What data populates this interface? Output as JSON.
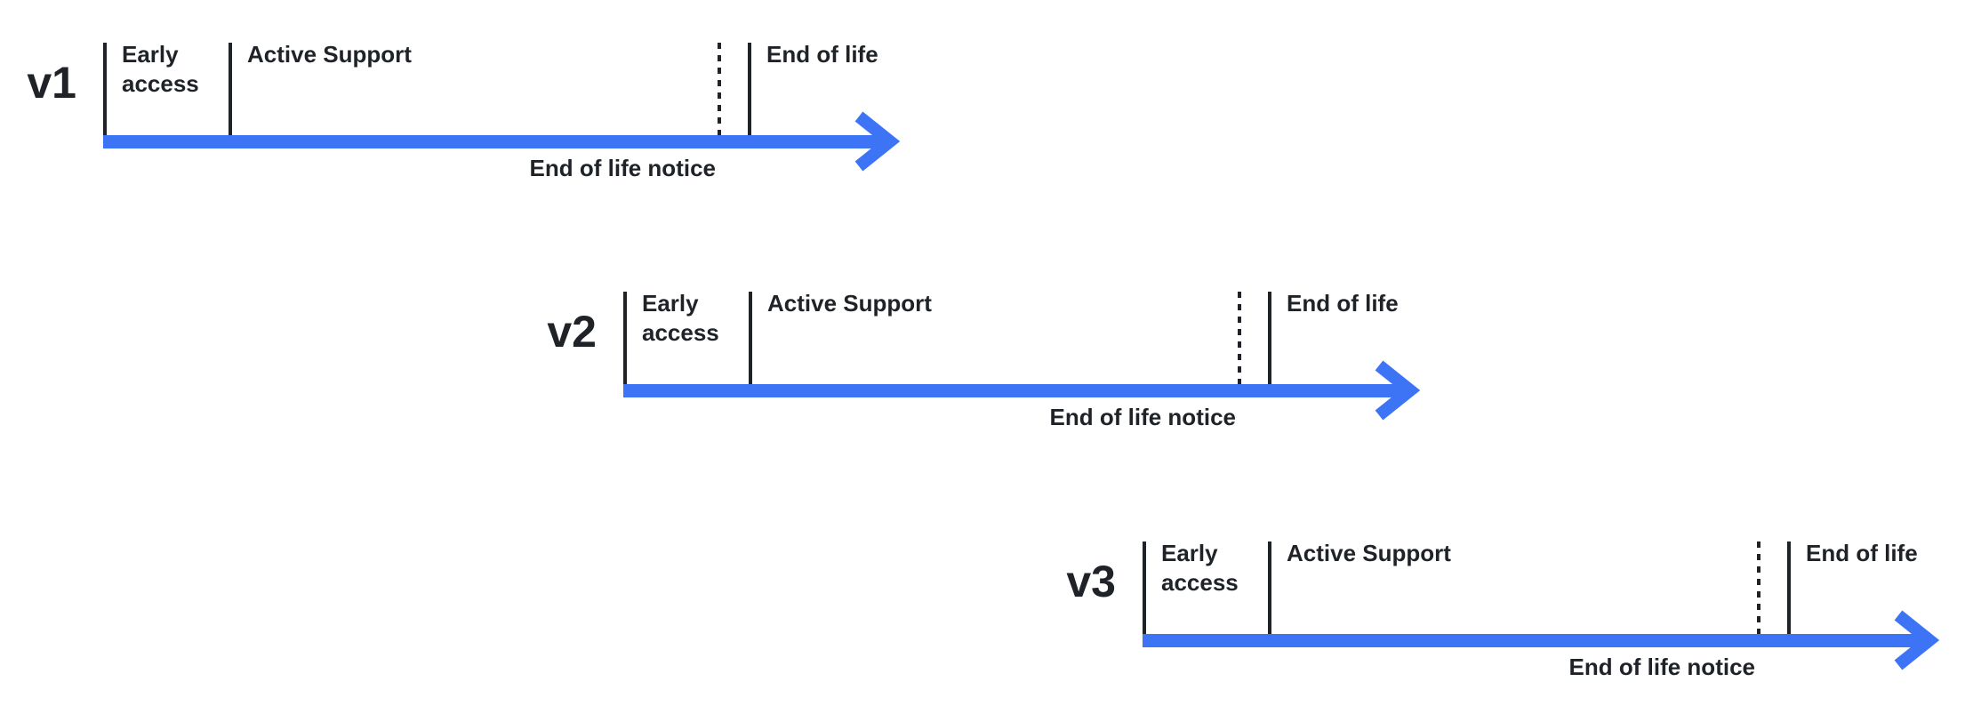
{
  "colors": {
    "arrow_blue": "#3D74F5",
    "text_dark": "#1F2328",
    "tick_dark": "#1F2328",
    "background": "#FFFFFF"
  },
  "timelines": [
    {
      "version": "v1",
      "early_access_label": "Early access",
      "active_support_label": "Active Support",
      "end_of_life_label": "End of life",
      "end_of_life_notice_label": "End of life notice"
    },
    {
      "version": "v2",
      "early_access_label": "Early access",
      "active_support_label": "Active Support",
      "end_of_life_label": "End of life",
      "end_of_life_notice_label": "End of life notice"
    },
    {
      "version": "v3",
      "early_access_label": "Early access",
      "active_support_label": "Active Support",
      "end_of_life_label": "End of life",
      "end_of_life_notice_label": "End of life notice"
    }
  ]
}
